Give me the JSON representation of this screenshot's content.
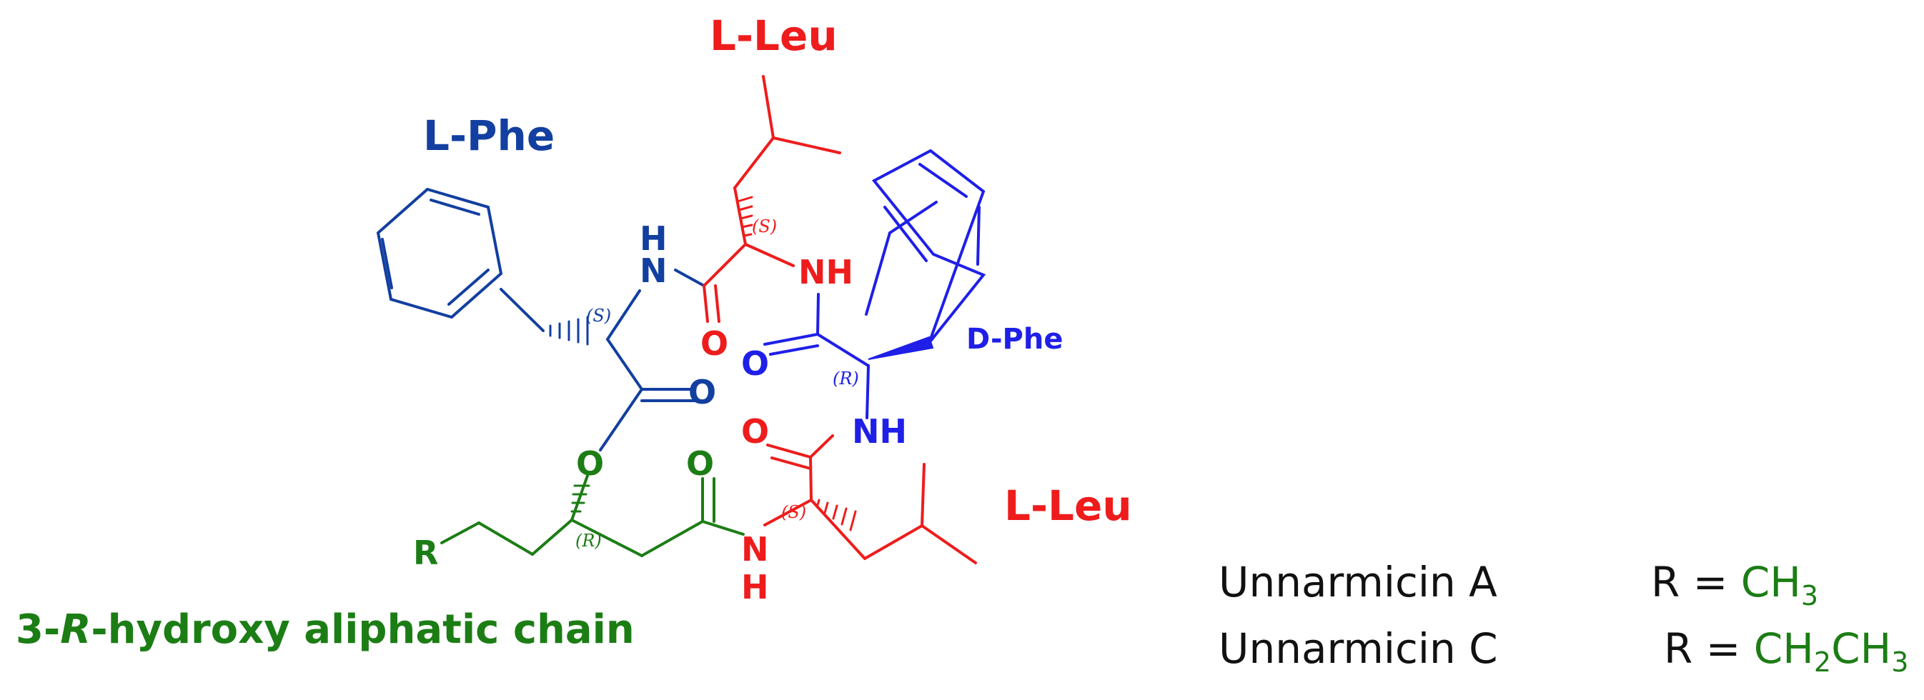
{
  "colors": {
    "leu": "#ee1c1c",
    "lphe": "#123fa0",
    "dphe": "#1f1fe8",
    "chain": "#1c7d15",
    "text": "#111111"
  },
  "labels": {
    "leu_top": "L-Leu",
    "leu_bottom": "L-Leu",
    "l_phe": "L-Phe",
    "d_phe": "D-Phe",
    "chain_prefix": "3-",
    "chain_italic": "R",
    "chain_suffix": "-hydroxy aliphatic chain"
  },
  "atoms": {
    "n_lphe": "N",
    "h_lphe": "H",
    "nh_leu_top": "NH",
    "o_leu_top": "O",
    "o_dphe": "O",
    "nh_dphe": "NH",
    "o_ester": "O",
    "o_ring": "O",
    "o_leu_bottom": "O",
    "o_chain": "O",
    "n_leu_bottom": "N",
    "h_leu_bottom": "H",
    "r_group": "R"
  },
  "stereo": {
    "s_leu_top": "(S)",
    "s_lphe": "(S)",
    "r_dphe": "(R)",
    "s_leu_bottom": "(S)",
    "r_chain": "(R)"
  },
  "legend": [
    {
      "name": "Unnarmicin A",
      "r_label": "R = ",
      "formula": [
        "CH",
        "3",
        ""
      ]
    },
    {
      "name": "Unnarmicin C",
      "r_label": "R = ",
      "formula": [
        "CH",
        "2",
        "CH",
        "3"
      ]
    }
  ]
}
